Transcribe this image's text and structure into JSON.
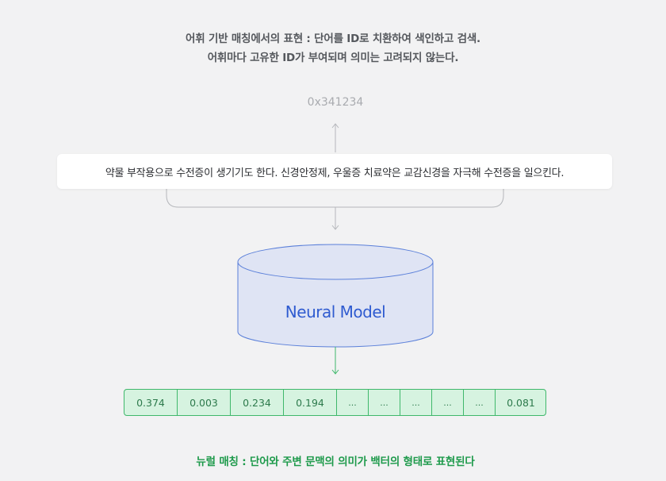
{
  "top_caption": {
    "line1": "어휘 기반 매칭에서의 표현 : 단어를 ID로 치환하여 색인하고 검색.",
    "line2": "어휘마다 고유한 ID가 부여되며 의미는 고려되지 않는다."
  },
  "token_id": "0x341234",
  "sentence": "약물 부작용으로 수전증이 생기기도 한다. 신경안정제, 우울증 치료약은 교감신경을 자극해 수전증을 일으킨다.",
  "model": {
    "label": "Neural Model"
  },
  "vector": [
    "0.374",
    "0.003",
    "0.234",
    "0.194",
    "...",
    "...",
    "...",
    "...",
    "...",
    "0.081"
  ],
  "bottom_caption": "뉴럴 매칭 : 단어와 주변 문맥의 의미가 백터의 형태로 표현된다",
  "colors": {
    "accent_green": "#3fb86b",
    "green_fill": "#d6f3e0",
    "model_blue": "#2f5bd0",
    "model_fill": "#dfe4f4",
    "gray_line": "#b5b7bb"
  }
}
